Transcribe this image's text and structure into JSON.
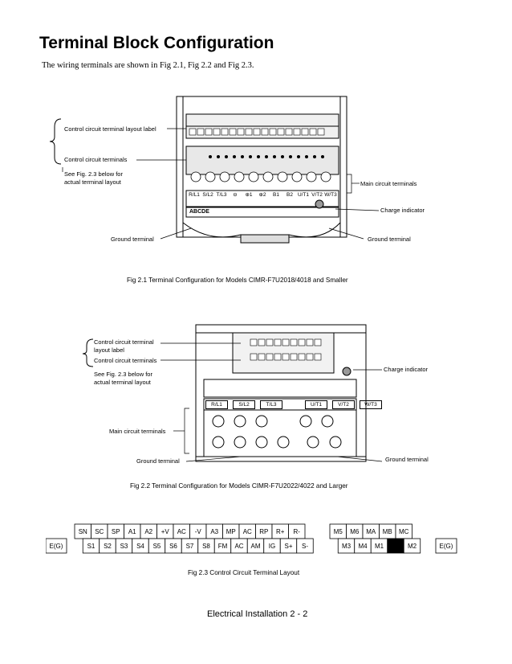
{
  "page": {
    "title": "Terminal Block Configuration",
    "intro": "The wiring terminals are shown in Fig 2.1, Fig 2.2 and Fig 2.3.",
    "footer": "Electrical Installation  2 - 2"
  },
  "fig1": {
    "caption": "Fig 2.1  Terminal Configuration for Models CIMR-F7U2018/4018 and Smaller",
    "labels": {
      "ctrl_layout": "Control circuit terminal layout label",
      "ctrl_terminals": "Control circuit terminals",
      "see_fig_1": "See Fig. 2.3 below for",
      "see_fig_2": "actual terminal layout",
      "main_circuit": "Main circuit terminals",
      "charge": "Charge indicator",
      "ground_left": "Ground terminal",
      "ground_right": "Ground terminal"
    },
    "main_terms": [
      "R/L1",
      "S/L2",
      "T/L3",
      "⊖",
      "⊕1",
      "⊕2",
      "B1",
      "B2",
      "U/T1",
      "V/T2",
      "W/T3"
    ],
    "nameplate": "ABCDE"
  },
  "fig2": {
    "caption": "Fig 2.2  Terminal Configuration for Models CIMR-F7U2022/4022 and Larger",
    "labels": {
      "ctrl_layout_1": "Control circuit terminal",
      "ctrl_layout_2": "layout label",
      "ctrl_terminals": "Control circuit terminals",
      "see_fig_1": "See Fig. 2.3 below for",
      "see_fig_2": "actual terminal layout",
      "main_circuit": "Main circuit terminals",
      "charge": "Charge indicator",
      "ground_left": "Ground terminal",
      "ground_right": "Ground terminal"
    },
    "main_terms_top": [
      "R/L1",
      "S/L2",
      "T/L3",
      "U/T1",
      "V/T2",
      "W/T3"
    ]
  },
  "fig3": {
    "caption": "Fig 2.3  Control Circuit Terminal Layout",
    "left_ground": "E(G)",
    "right_ground": "E(G)",
    "top_row": [
      "SN",
      "SC",
      "SP",
      "A1",
      "A2",
      "+V",
      "AC",
      "-V",
      "A3",
      "MP",
      "AC",
      "RP",
      "R+",
      "R-"
    ],
    "bottom_row": [
      "S1",
      "S2",
      "S3",
      "S4",
      "S5",
      "S6",
      "S7",
      "S8",
      "FM",
      "AC",
      "AM",
      "IG",
      "S+",
      "S-"
    ],
    "relay_top": [
      "M5",
      "M6",
      "MA",
      "MB",
      "MC"
    ],
    "relay_bottom": [
      "M3",
      "M4",
      "M1",
      "",
      "M2"
    ]
  }
}
